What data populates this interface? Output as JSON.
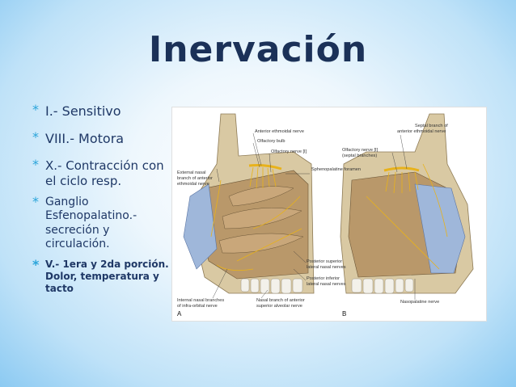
{
  "title": "Inervación",
  "bullets": [
    {
      "text": "I.- Sensitivo"
    },
    {
      "text": "VIII.- Motora"
    },
    {
      "text": "X.- Contracción con el ciclo resp."
    },
    {
      "text": "Ganglio Esfenopalatino.- secreción y circulación."
    },
    {
      "text": "V.- 1era y 2da porción. Dolor, temperatura y tacto"
    }
  ],
  "figure": {
    "labels": {
      "anterior_ethmoidal": "Anterior ethmoidal nerve",
      "olfactory_bulb": "Olfactory bulb",
      "olfactory_nerve_1": "Olfactory nerve [I]",
      "septal_branch_1": "Septal branch of",
      "septal_branch_2": "anterior ethmoidal nerve",
      "olfactory_septal_1": "Olfactory nerve [I]",
      "olfactory_septal_2": "(septal branches)",
      "sphenopalatine": "Sphenopalatine foramen",
      "external_nasal_1": "External nasal",
      "external_nasal_2": "branch of anterior",
      "external_nasal_3": "ethmoidal nerve",
      "posterior_superior_1": "Posterior superior",
      "posterior_superior_2": "lateral nasal nerves",
      "posterior_inferior_1": "Posterior inferior",
      "posterior_inferior_2": "lateral nasal nerves",
      "internal_nasal_1": "Internal nasal branches",
      "internal_nasal_2": "of infra-orbital nerve",
      "nasal_branch_1": "Nasal branch of anterior",
      "nasal_branch_2": "superior alveolar nerve",
      "nasopalatine": "Nasopalatine nerve",
      "panel_a": "A",
      "panel_b": "B"
    },
    "colors": {
      "bone": "#d9c9a3",
      "mucosa": "#b9986a",
      "nerve": "#e8b21b",
      "cartilage": "#9fb7da",
      "teeth": "#f3f1ea"
    }
  }
}
